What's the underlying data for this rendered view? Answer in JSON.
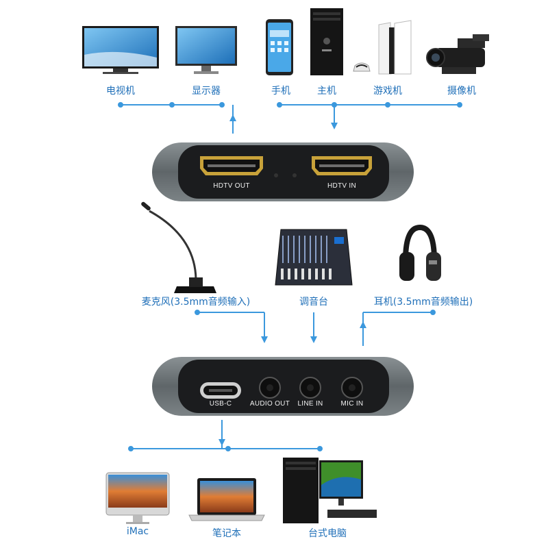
{
  "colors": {
    "line": "#3b98dd",
    "label": "#1f6fb8",
    "device_shell": "#6b7275",
    "device_face": "#1b1c1e"
  },
  "top_devices": [
    {
      "name": "tv-icon",
      "label": "电视机"
    },
    {
      "name": "monitor-icon",
      "label": "显示器"
    },
    {
      "name": "phone-icon",
      "label": "手机"
    },
    {
      "name": "pc-tower-icon",
      "label": "主机"
    },
    {
      "name": "game-console-icon",
      "label": "游戏机"
    },
    {
      "name": "camcorder-icon",
      "label": "摄像机"
    }
  ],
  "top_panel": {
    "port_out": "HDTV OUT",
    "port_in": "HDTV IN"
  },
  "audio_devices": [
    {
      "name": "microphone-icon",
      "label": "麦克风(3.5mm音频输入)"
    },
    {
      "name": "mixer-icon",
      "label": "调音台"
    },
    {
      "name": "headphones-icon",
      "label": "耳机(3.5mm音频输出)"
    }
  ],
  "bottom_panel": {
    "usb": "USB-C",
    "audio_out": "AUDIO OUT",
    "line_in": "LINE IN",
    "mic_in": "MIC IN"
  },
  "computers": [
    {
      "name": "imac-icon",
      "label": "iMac"
    },
    {
      "name": "laptop-icon",
      "label": "笔记本"
    },
    {
      "name": "desktop-pc-icon",
      "label": "台式电脑"
    }
  ]
}
